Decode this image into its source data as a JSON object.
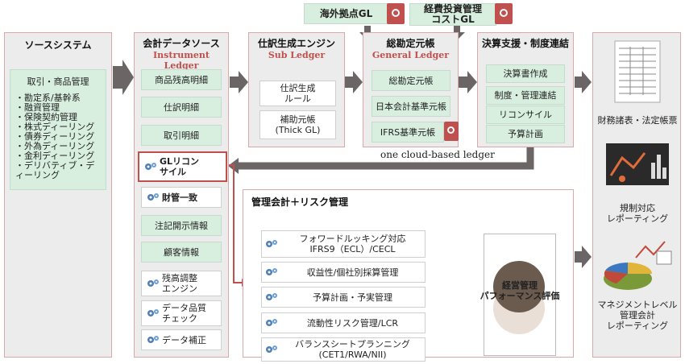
{
  "top_tags": {
    "overseas_gl": "海外拠点GL",
    "expense_gl": "経費投資管理\nコストGL"
  },
  "source": {
    "title": "ソースシステム",
    "heading": "取引・商品管理",
    "items": [
      "勘定系/基幹系",
      "融資管理",
      "保険契約管理",
      "株式ディーリング",
      "債券ディーリング",
      "外為ディーリング",
      "金利ディーリング",
      "デリバティブ・ディーリング"
    ]
  },
  "instrument": {
    "title": "会計データソース",
    "subtitle": "Instrument Ledger",
    "items": [
      "商品残高明細",
      "仕訳明細",
      "取引明細"
    ],
    "gl_recon": "GLリコン\nサイル",
    "tools": [
      "財管一致",
      "注記開示情報",
      "顧客情報",
      "残高調整\nエンジン",
      "データ品質\nチェック",
      "データ補正"
    ]
  },
  "subledger": {
    "title": "仕訳生成エンジン",
    "subtitle": "Sub Ledger",
    "items": [
      "仕訳生成\nルール",
      "補助元帳\n(Thick GL)"
    ]
  },
  "general": {
    "title": "総勘定元帳",
    "subtitle": "General Ledger",
    "items": [
      "総勘定元帳",
      "日本会計基準元帳",
      "IFRS基準元帳"
    ]
  },
  "closing": {
    "title": "決算支援・制度連結",
    "items": [
      "決算書作成",
      "制度・管理連結",
      "リコンサイル",
      "予算計画"
    ]
  },
  "ledger_caption": "one cloud-based ledger",
  "mgmt": {
    "title": "管理会計＋リスク管理",
    "items": [
      "フォワードルッキング対応\nIFRS9（ECL）/CECL",
      "収益性/個社別採算管理",
      "予算計画・予実管理",
      "流動性リスク管理/LCR",
      "バランスシートプランニング\n(CET1/RWA/NII)"
    ],
    "center": "経営管理\nパフォーマンス評価"
  },
  "outputs": [
    "財務諸表・法定帳票",
    "規制対応\nレポーティング",
    "マネジメントレベル\n管理会計\nレポーティング"
  ],
  "colors": {
    "accent": "#c0504d",
    "panel": "#ececec",
    "green": "#d8efdf",
    "arrow": "#6b6565",
    "brown": "#9c8470",
    "tag": "#d8efdf"
  }
}
